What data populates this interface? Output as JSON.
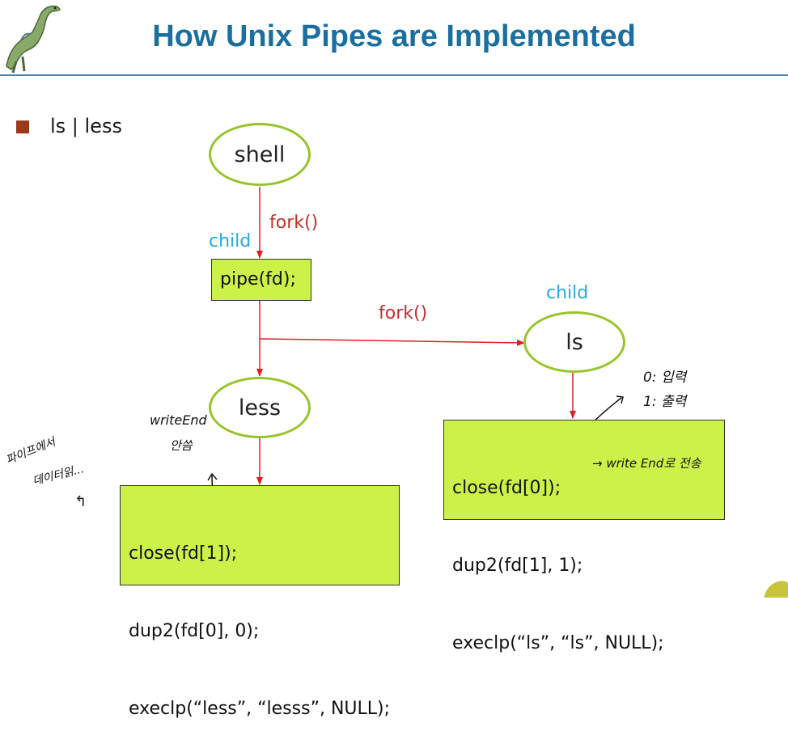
{
  "slide": {
    "title": "How Unix Pipes are Implemented",
    "bullet": "ls | less"
  },
  "nodes": {
    "shell": "shell",
    "ls": "ls",
    "less": "less"
  },
  "edges": {
    "fork1": "fork()",
    "fork2": "fork()",
    "child1": "child",
    "child2": "child"
  },
  "boxes": {
    "pipe": "pipe(fd);",
    "ls_code": [
      "close(fd[0]);",
      "dup2(fd[1], 1);",
      "execlp(“ls”, “ls”, NULL);"
    ],
    "less_code": [
      "close(fd[1]);",
      "dup2(fd[0], 0);",
      "execlp(“less”, “lesss”, NULL);"
    ]
  },
  "annotations": {
    "fd0": "0: 입력",
    "fd1": "1: 출력",
    "write_end_send": "→ write End로 전송",
    "write_end": "writeEnd",
    "not_used": "안씀",
    "left_note_1": "파이프에서",
    "left_note_2": "데이터읽...",
    "hook": "↰"
  },
  "colors": {
    "title": "#1a6fa0",
    "node_border": "#96c52b",
    "box_fill": "#ccf24a",
    "arrow": "#e02020",
    "fork_label": "#c0312b",
    "child_label": "#29a8e0",
    "bullet": "#9b3a1b"
  }
}
